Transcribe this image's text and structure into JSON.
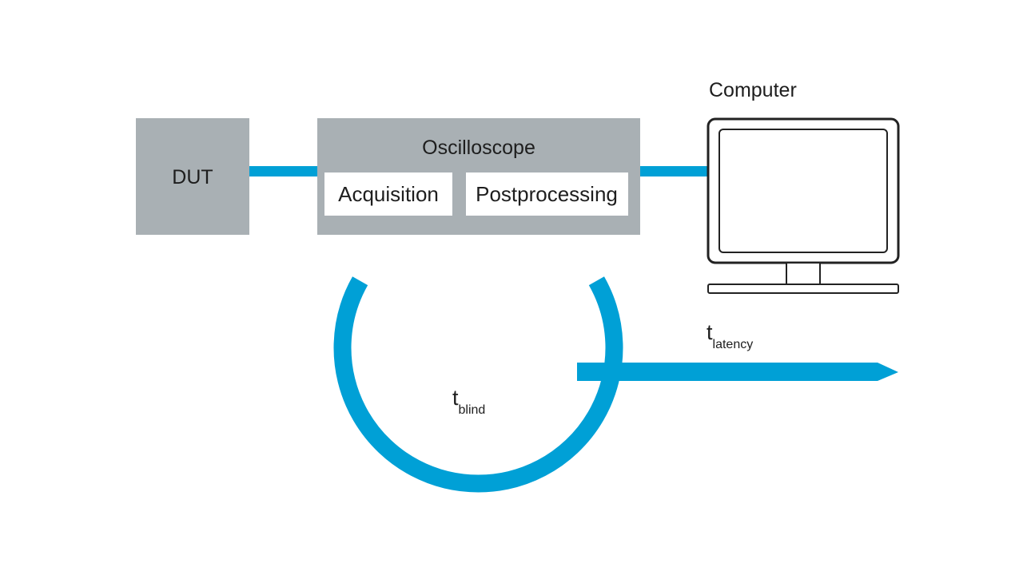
{
  "colors": {
    "block_fill": "#a9b0b4",
    "signal_blue": "#00a0d6",
    "inner_box_fill": "#ffffff",
    "text": "#1e1e1e",
    "monitor_outline": "#222222"
  },
  "blocks": {
    "dut": {
      "label": "DUT"
    },
    "oscilloscope": {
      "title": "Oscilloscope",
      "acquisition": "Acquisition",
      "postprocessing": "Postprocessing"
    },
    "computer": {
      "label": "Computer",
      "icon": "monitor-icon"
    }
  },
  "cycle": {
    "blind_time": {
      "symbol": "t",
      "subscript": "blind"
    }
  },
  "latency": {
    "symbol": "t",
    "subscript": "latency"
  }
}
